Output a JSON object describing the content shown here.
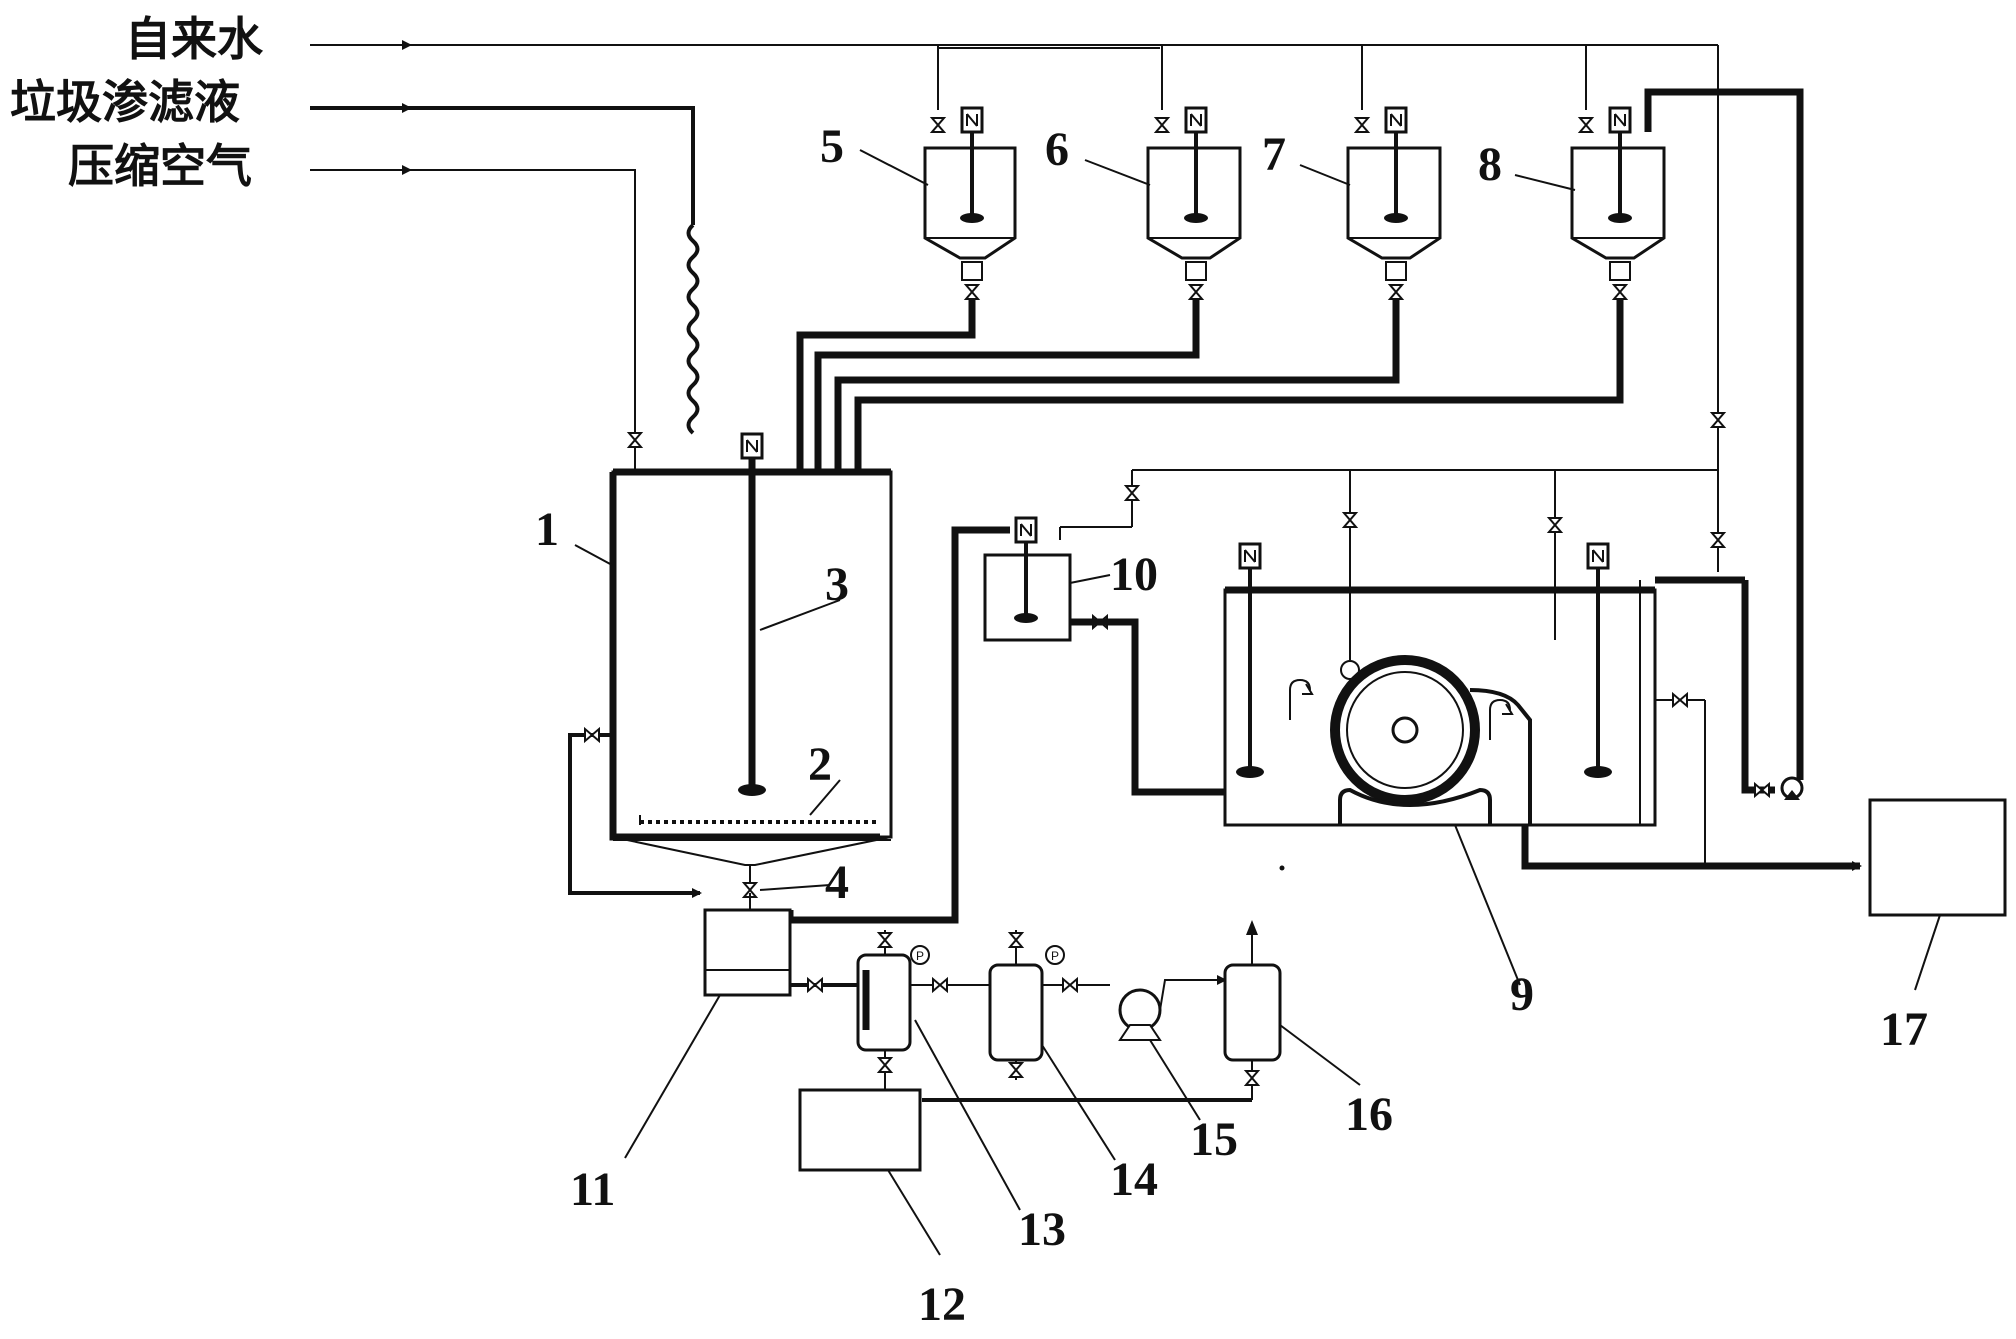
{
  "inlets": {
    "tap_water": "自来水",
    "landfill_leachate": "垃圾渗滤液",
    "compressed_air": "压缩空气"
  },
  "labels": {
    "n1": "1",
    "n2": "2",
    "n3": "3",
    "n4": "4",
    "n5": "5",
    "n6": "6",
    "n7": "7",
    "n8": "8",
    "n9": "9",
    "n10": "10",
    "n11": "11",
    "n12": "12",
    "n13": "13",
    "n14": "14",
    "n15": "15",
    "n16": "16",
    "n17": "17"
  },
  "gauge_symbol": "P"
}
